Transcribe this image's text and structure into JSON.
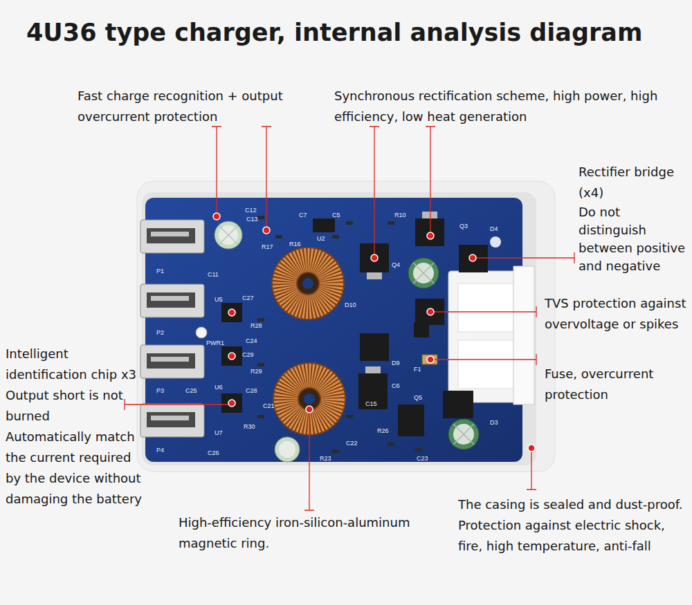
{
  "diagram": {
    "title": "4U36 type charger, internal analysis diagram",
    "labels": [
      "Fast charge recognition + output overcurrent protection",
      "Synchronous rectification scheme, high power, high efficiency, low heat generation",
      "Rectifier bridge (x4)",
      "Do not distinguish between positive and negative",
      "TVS protection against overvoltage or spikes",
      "Fuse, overcurrent protection",
      "Intelligent identification chip x3",
      "Output short is not burned",
      "Automatically match the current required by the device without damaging the battery",
      "High-efficiency iron-silicon-aluminum magnetic ring.",
      "The casing is sealed and dust-proof.",
      "Protection against electric shock, fire, high temperature, anti-fall",
      "C12",
      "C13",
      "C7",
      "C5",
      "R10",
      "Q3",
      "D4",
      "U2",
      "R16",
      "R17",
      "C11",
      "Q4",
      "D10",
      "U5",
      "C27",
      "R28",
      "PWR1",
      "C24",
      "P1",
      "P2",
      "P3",
      "P4",
      "C29",
      "R29",
      "C25",
      "C28",
      "U6",
      "U7",
      "C21",
      "R30",
      "C26",
      "D9",
      "C6",
      "Q5",
      "D3",
      "F1",
      "R26",
      "R23",
      "C23",
      "C15",
      "C22"
    ]
  }
}
